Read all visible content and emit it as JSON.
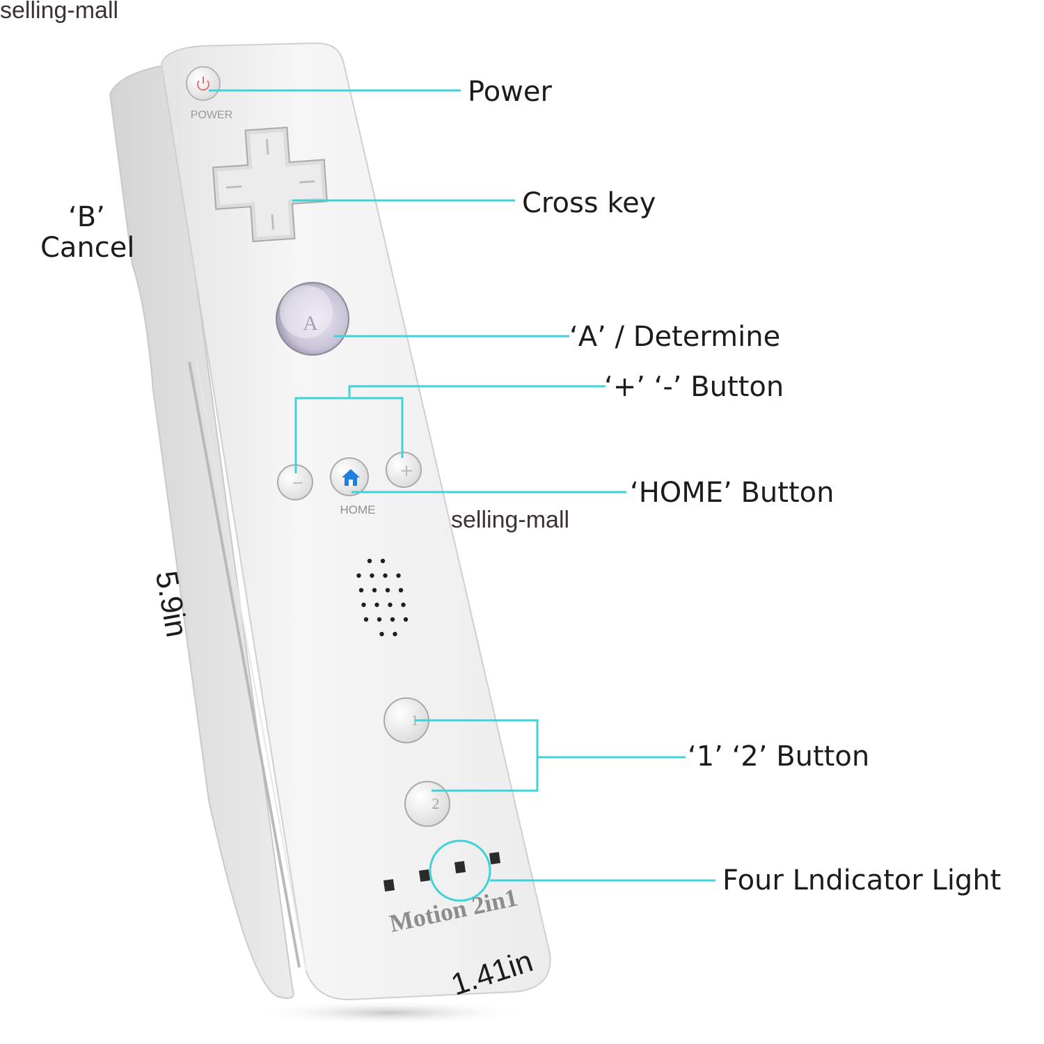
{
  "watermarks": {
    "top": "selling-mall",
    "middle": "selling-mall"
  },
  "callouts": {
    "power": "Power",
    "cross_key": "Cross key",
    "b_line1": "‘B’",
    "b_line2": "Cancel",
    "a_button": "‘A’ / Determine",
    "plus_minus": "‘+’ ‘-’ Button",
    "home": "‘HOME’ Button",
    "one_two": "‘1’ ‘2’ Button",
    "indicator": "Four Lndicator Light"
  },
  "dimensions": {
    "length": "5.9in",
    "width": "1.41in"
  },
  "device": {
    "power_label": "POWER",
    "a_letter": "A",
    "minus_symbol": "−",
    "plus_symbol": "+",
    "home_label": "HOME",
    "one": "1",
    "two": "2",
    "brand": "Motion 2in1"
  },
  "colors": {
    "callout_line": "#3fd2d8",
    "body": "#f1f1f1",
    "home_icon": "#1f7fe0",
    "power_icon": "#e07575"
  }
}
